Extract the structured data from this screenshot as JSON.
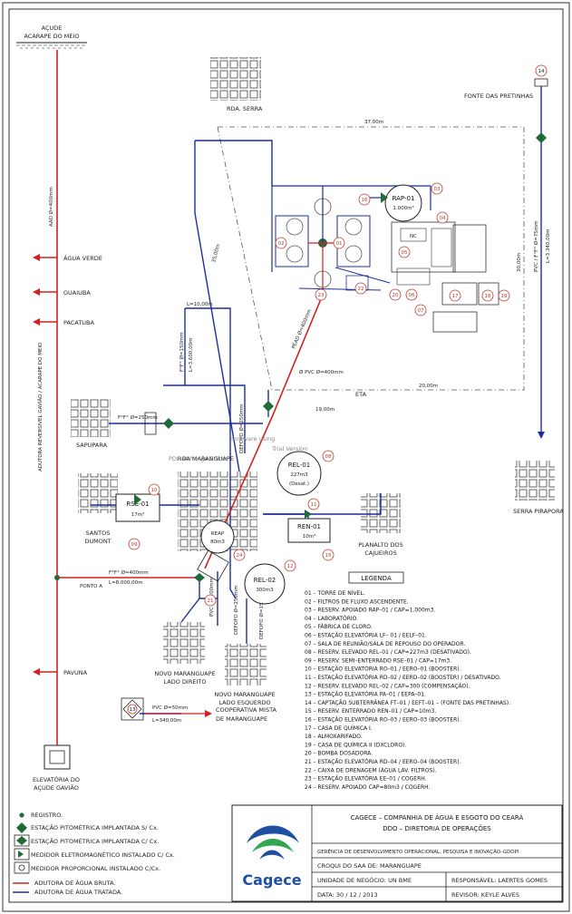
{
  "header": {
    "acude_title": "AÇUDE",
    "acude_name": "ACARAPE DO MEIO"
  },
  "places": {
    "rda_serra": "RDA. SERRA",
    "fonte_pretinhas": "FONTE DAS PRETINHAS",
    "agua_verde": "ÁGUA VERDE",
    "guaiuba": "GUAIUBA",
    "pacatuba": "PACATUBA",
    "sapupara": "SAPUPARA",
    "rda_maranguape": "RDA MARANGUAPE",
    "santos_dumont_1": "SANTOS",
    "santos_dumont_2": "DUMONT",
    "planalto_1": "PLANALTO DOS",
    "planalto_2": "CAJUEIROS",
    "serra_pirapora": "SERRA PIRAPORA",
    "ponto_a": "PONTO A",
    "pavuna": "PAVUNA",
    "novo_direito_1": "NOVO MARANGUAPE",
    "novo_direito_2": "LADO DIREITO",
    "novo_esquerdo_1": "NOVO MARANGUAPE",
    "novo_esquerdo_2": "LADO ESQUERDO",
    "elevatoria_1": "ELEVATÓRIA DO",
    "elevatoria_2": "AÇUDE GAVIÃO",
    "cooperativa_1": "COOPERATIVA MISTA",
    "cooperativa_2": "DE MARANGUAPE",
    "eta": "ETA",
    "adutora_vertical": "ADUTORA REVERSIVEL GAVIÃO / ACARAPE DO MEIO"
  },
  "pipes": {
    "aao_400": "AAO Ø=400mm",
    "d_37": "37,00m",
    "d_35": "35,00m",
    "d_30": "30,00m",
    "pvc_75": "PVC / F°F° Ø=75mm",
    "l_3340": "L=3.340,00m",
    "l_10": "L=10,00m",
    "f_150": "F°F° Ø=150mm",
    "l_3600": "L=3.600,00m",
    "f_250": "F°F° Ø=250mm",
    "pvc_400": "Ø PVC Ø=400mm",
    "d_19": "19,00m",
    "d_20": "20,00m",
    "defofo_1": "DEFOFO Ø=250mm",
    "f_400": "F°F° Ø=400mm",
    "l_8000": "L=8.000,00m",
    "pvc_200": "PVC Ø=200mm",
    "defofo_2": "DEFOFO Ø=250mm",
    "defofo_3": "DEFOFO Ø=150mm",
    "pvc_50": "PVC Ø=50mm",
    "l_340": "L=340,00m",
    "pead": "PEAD Ø=400mm"
  },
  "units": {
    "rap01_name": "RAP-01",
    "rap01_cap": "1.000m³",
    "rel01_name": "REL-01",
    "rel01_cap": "227m3",
    "rel01_note": "(Desat.)",
    "rse01_name": "RSE-01",
    "rse01_cap": "17m³",
    "ren01_name": "REN-01",
    "ren01_cap": "10m³",
    "rel02_name": "REL-02",
    "rel02_cap": "300m3",
    "reap_name": "REAP",
    "reap_cap": "80m3",
    "nc": "NC"
  },
  "numbers": [
    "01",
    "02",
    "03",
    "04",
    "05",
    "06",
    "07",
    "08",
    "09",
    "10",
    "11",
    "12",
    "13",
    "14",
    "15",
    "16",
    "17",
    "18",
    "19",
    "20",
    "21",
    "22",
    "23",
    "24"
  ],
  "watermark": {
    "line1": "Software using",
    "line2": "Trial Version",
    "line3": "PDF-XChange Editor"
  },
  "legend_box": {
    "title": "LEGENDA",
    "items": [
      "01 – TORRE DE NÍVEL.",
      "02 – FILTROS DE FLUXO ASCENDENTE.",
      "03 – RESERV. APOIADO RAP–01 / CAP=1.000m3.",
      "04 – LABORATÓRIO.",
      "05 – FÁBRICA DE CLORO.",
      "06 – ESTAÇÃO ELEVATÓRIA LF– 01 / EELF–01.",
      "07 – SALA DE REUNIÃO/SALA DE REPOUSO DO OPERADOR.",
      "08 – RESERV. ELEVADO REL–01 / CAP=227m3 (DESATIVADO).",
      "09 – RESERV. SEMI–ENTERRADO RSE–01 / CAP=17m3.",
      "10 – ESTAÇÃO ELEVATÓRIA RO–01 / EERO–01 (BOOSTER).",
      "11 – ESTAÇÃO ELEVATÓRIA RD–02 / EERD–02 (BOOSTER) / DESATIVADO.",
      "12 – RESERV. ELEVADO REL–02 / CAP=300 (COMPENSAÇÃO).",
      "13 – ESTAÇÃO ELEVATÓRIA PA–01 / EEPA–01.",
      "14 – CAPTAÇÃO SUBTERRÂNEA FT–01 / EEFT–01 – (FONTE DAS PRETINHAS).",
      "15 – RESERV. ENTERRADO REN–01 / CAP=10m3.",
      "16 – ESTAÇÃO ELEVATÓRIA RO–03 / EERO–03 (BOOSTER).",
      "17 – CASA DE QUÍMICA I.",
      "18 – ALMOXARIFADO.",
      "19 – CASA DE QUÍMICA II (DXCLORO).",
      "20 – BOMBA DOSADORA.",
      "21 – ESTAÇÃO ELEVATÓRIA RD–04 / EERO–04 (BOOSTER).",
      "22 – CAIXA DE DRENAGEM (ÁGUA LAV. FILTROS).",
      "23 – ESTAÇÃO ELEVATÓRIA EE–01 / COGERH.",
      "24 – RESERV. APOIADO CAP=80m3 / COGERH."
    ]
  },
  "symbols_legend": [
    "REGISTRO.",
    "ESTAÇÃO PITOMÉTRICA IMPLANTADA S/ Cx.",
    "ESTAÇÃO PITOMÉTRICA IMPLANTADA C/ Cx.",
    "MEDIDOR ELETROMAGNÉTICO INSTALADO C/ Cx.",
    "MEDIDOR PROPORCIONAL INSTALADO C/Cx.",
    "ADUTORA DE ÁGUA BRUTA.",
    "ADUTORA DE ÁGUA TRATADA."
  ],
  "title_block": {
    "logo_text": "Cagece",
    "company": "CAGECE – COMPANHIA DE ÁGUA E ESGOTO DO CEARÁ",
    "directorate": "DDO – DIRETORIA DE OPERAÇÕES",
    "gerencia": "GERÊNCIA DE DESENVOLVIMENTO OPERACIONAL, PESQUISA E INOVAÇÃO–GDOPI",
    "croqui": "CROQUI DO SAA DE: MARANGUAPE",
    "unidade": "UNIDADE DE NEGÓCIO: UN BME",
    "responsavel": "RESPONSÁVEL: LAERTES GOMES",
    "data": "DATA: 30 / 12 / 2013",
    "revisor": "REVISOR: KEYLE ALVES"
  },
  "colors": {
    "raw_water": "#d42020",
    "treated_water": "#1c2f9a",
    "valve_green": "#1f6b3a",
    "number_circle": "#c0392b",
    "grid": "#555555"
  }
}
